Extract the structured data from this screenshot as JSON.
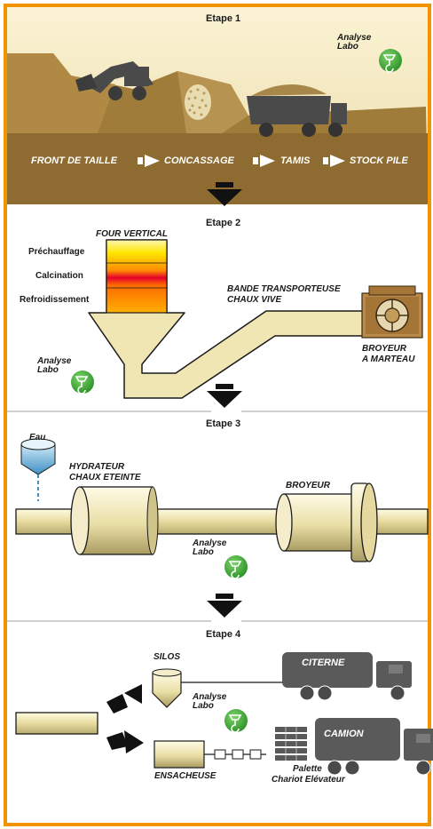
{
  "steps": {
    "step1": "Etape 1",
    "step2": "Etape 2",
    "step3": "Etape 3",
    "step4": "Etape 4"
  },
  "analysis_label": {
    "line1": "Analyse",
    "line2": "Labo"
  },
  "stage1": {
    "flow": [
      "FRONT DE TAILLE",
      "CONCASSAGE",
      "TAMIS",
      "STOCK PILE"
    ]
  },
  "stage2": {
    "kiln_title": "FOUR VERTICAL",
    "zones": [
      "Préchauffage",
      "Calcination",
      "Refroidissement"
    ],
    "conveyor_line1": "BANDE TRANSPORTEUSE",
    "conveyor_line2": "CHAUX VIVE",
    "mill_line1": "BROYEUR",
    "mill_line2": "A MARTEAU"
  },
  "stage3": {
    "water": "Eau",
    "hydrator_line1": "HYDRATEUR",
    "hydrator_line2": "CHAUX ETEINTE",
    "grinder": "BROYEUR"
  },
  "stage4": {
    "silos": "SILOS",
    "tanker": "CITERNE",
    "bagger": "ENSACHEUSE",
    "truck": "CAMION",
    "pallet_line1": "Palette",
    "pallet_line2": "Chariot Elévateur"
  },
  "colors": {
    "border": "#f29400",
    "quarry_top": "#f3e5b8",
    "quarry_ground": "#9b7a3e",
    "pipe": "#e8dea2",
    "lab_badge": "#3aa935",
    "vehicle": "#595959"
  },
  "icons": [
    "excavator-icon",
    "falling-stones-icon",
    "dump-truck-icon",
    "flow-arrow-icon",
    "step-arrow-icon",
    "lab-analysis-icon",
    "vertical-kiln-icon",
    "hammer-mill-icon",
    "water-tank-icon",
    "hydrator-drum-icon",
    "grinder-drum-icon",
    "silo-icon",
    "tanker-truck-icon",
    "bagging-machine-icon",
    "pallet-icon",
    "truck-icon"
  ]
}
